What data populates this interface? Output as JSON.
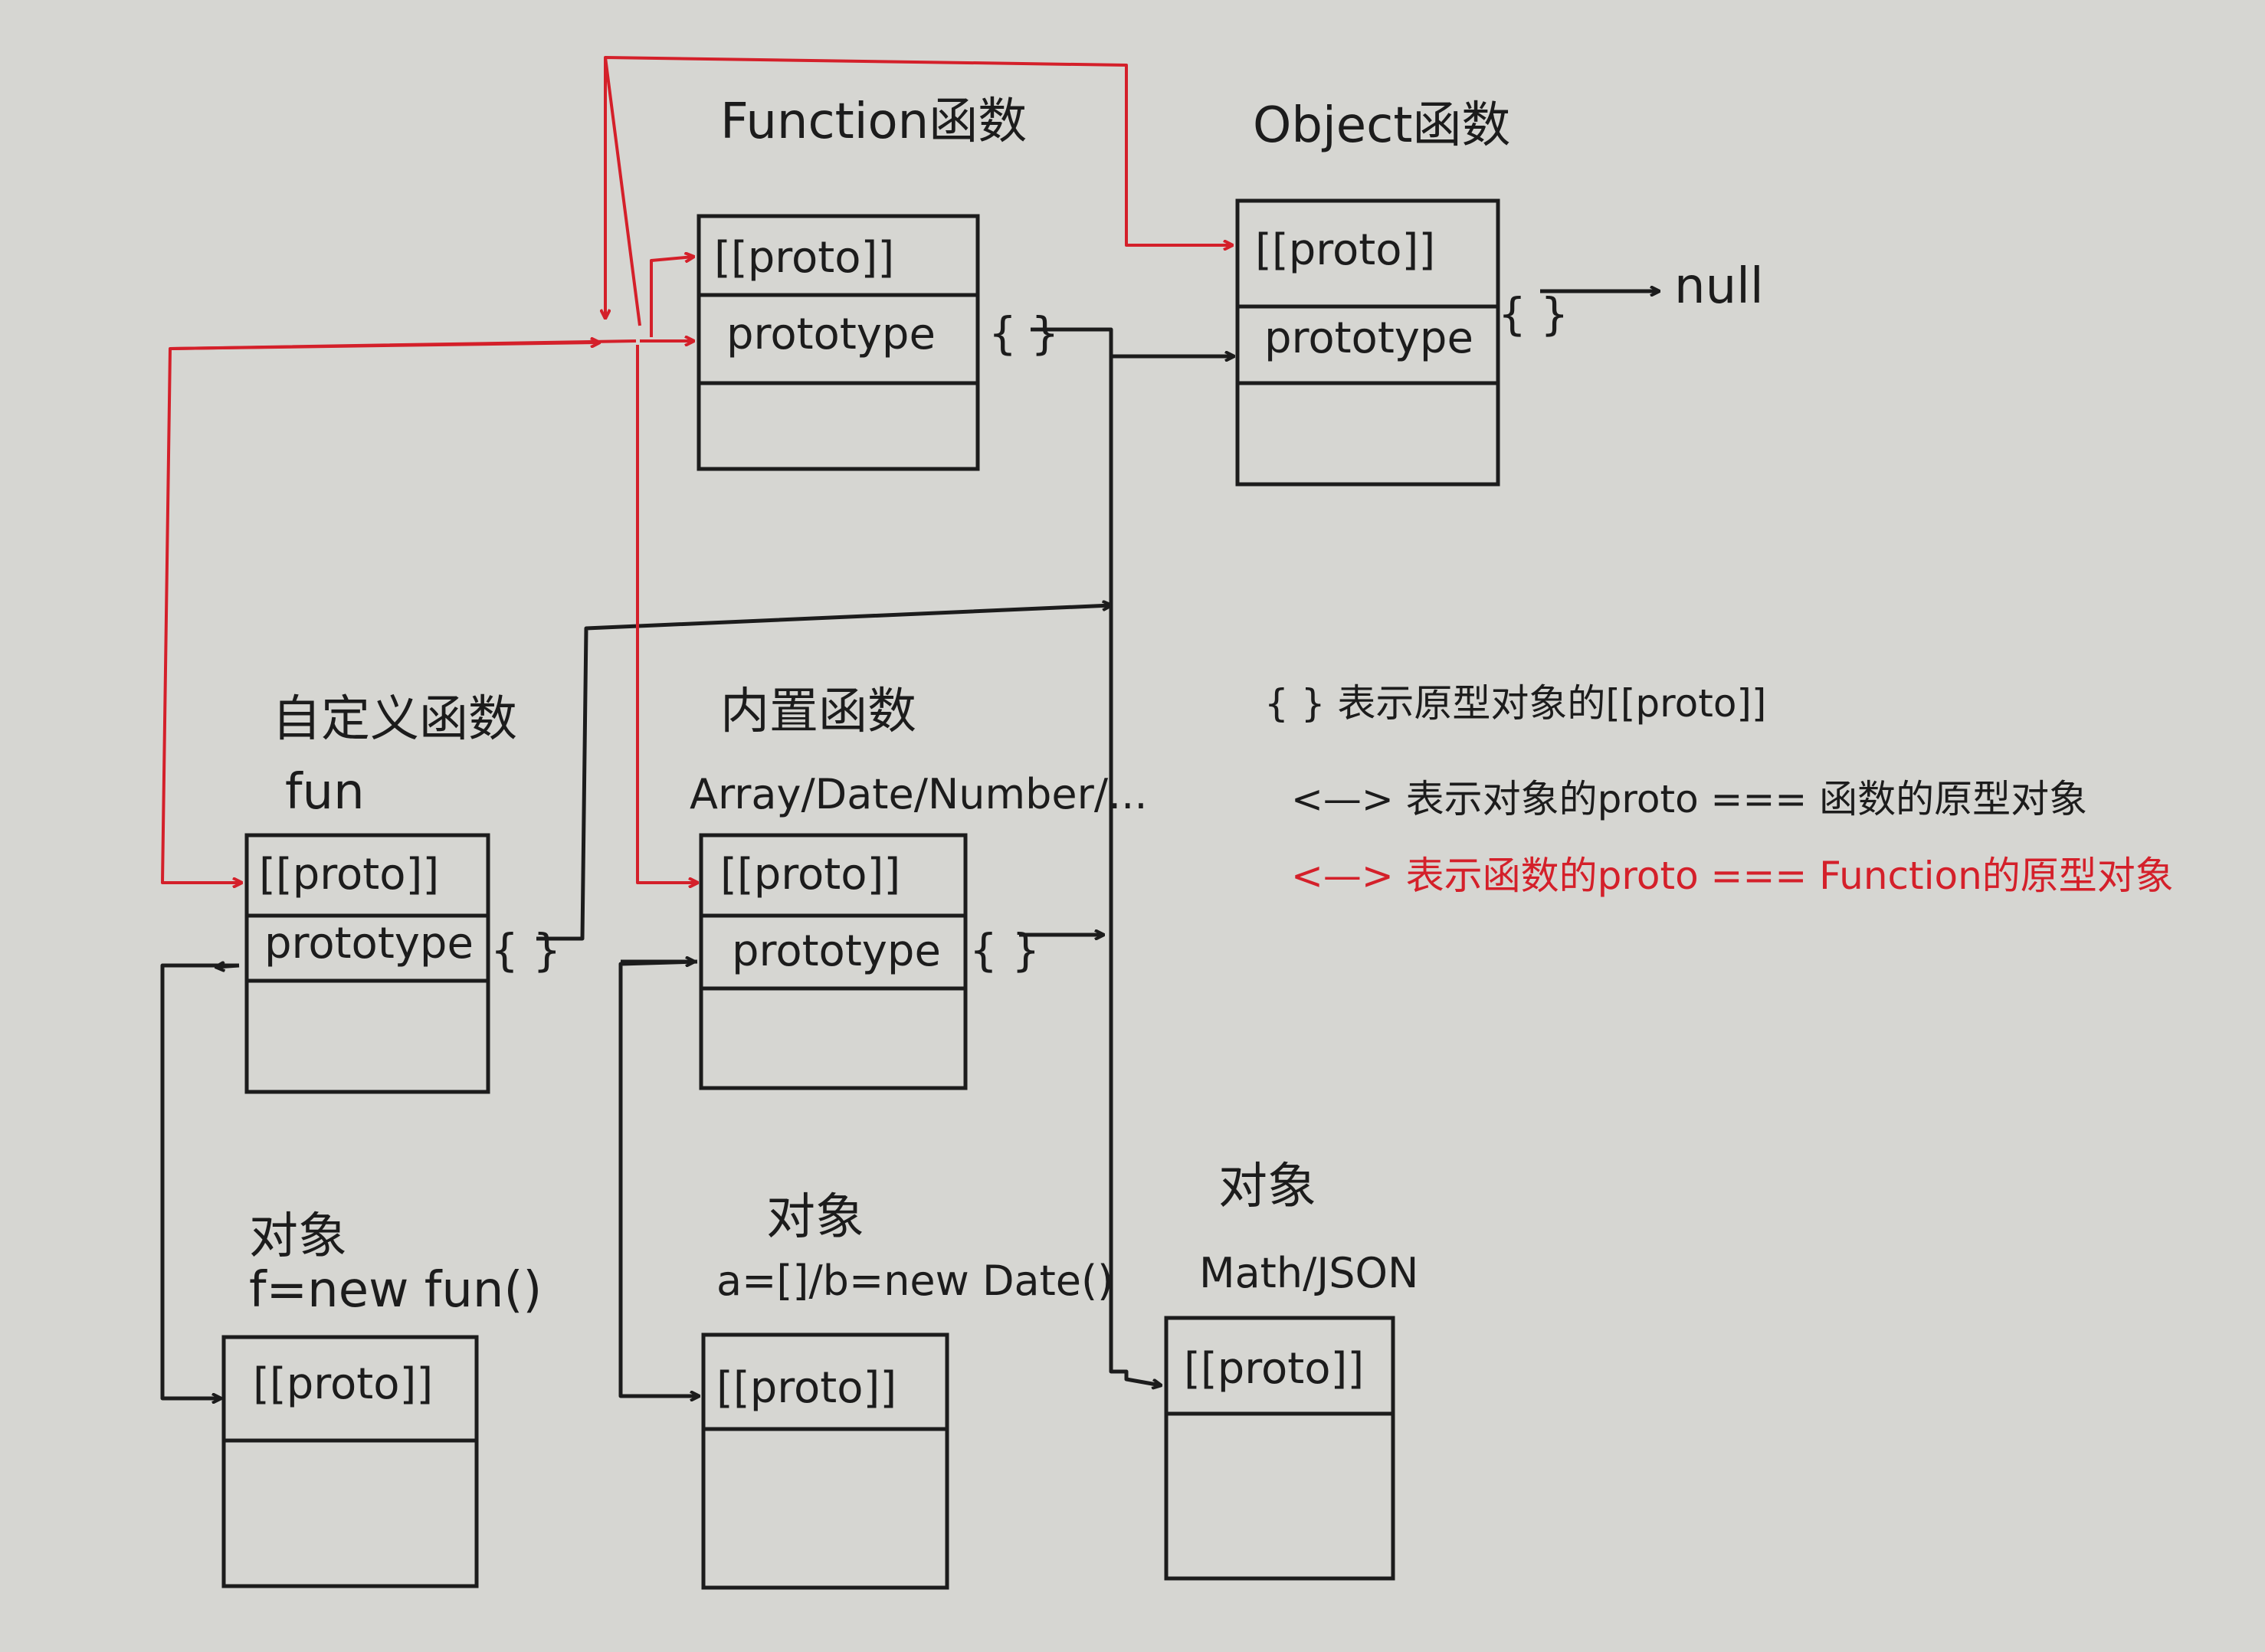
{
  "colors": {
    "ink": "#1c1c1c",
    "red": "#d4202a",
    "paper": "#d6d6d2"
  },
  "boxes": {
    "function": {
      "title": "Function函数",
      "row1": "[[proto]]",
      "row2": "prototype"
    },
    "object": {
      "title": "Object函数",
      "row1": "[[proto]]",
      "row2": "prototype"
    },
    "custom": {
      "title": "自定义函数",
      "subtitle": "fun",
      "row1": "[[proto]]",
      "row2": "prototype"
    },
    "builtin": {
      "title": "内置函数",
      "subtitle": "Array/Date/Number/...",
      "row1": "[[proto]]",
      "row2": "prototype"
    },
    "obj_f": {
      "title": "对象",
      "subtitle": "f=new fun()",
      "row1": "[[proto]]"
    },
    "obj_a": {
      "title": "对象",
      "subtitle": "a=[]/b=new Date()",
      "row1": "[[proto]]"
    },
    "obj_math": {
      "title": "对象",
      "subtitle": "Math/JSON",
      "row1": "[[proto]]"
    }
  },
  "braces": {
    "proto_object": "{ }",
    "null_label": "null"
  },
  "legend": {
    "line1": "{ } 表示原型对象的[[proto]]",
    "line2": "<—> 表示对象的proto === 函数的原型对象",
    "line3": "<—> 表示函数的proto === Function的原型对象"
  }
}
